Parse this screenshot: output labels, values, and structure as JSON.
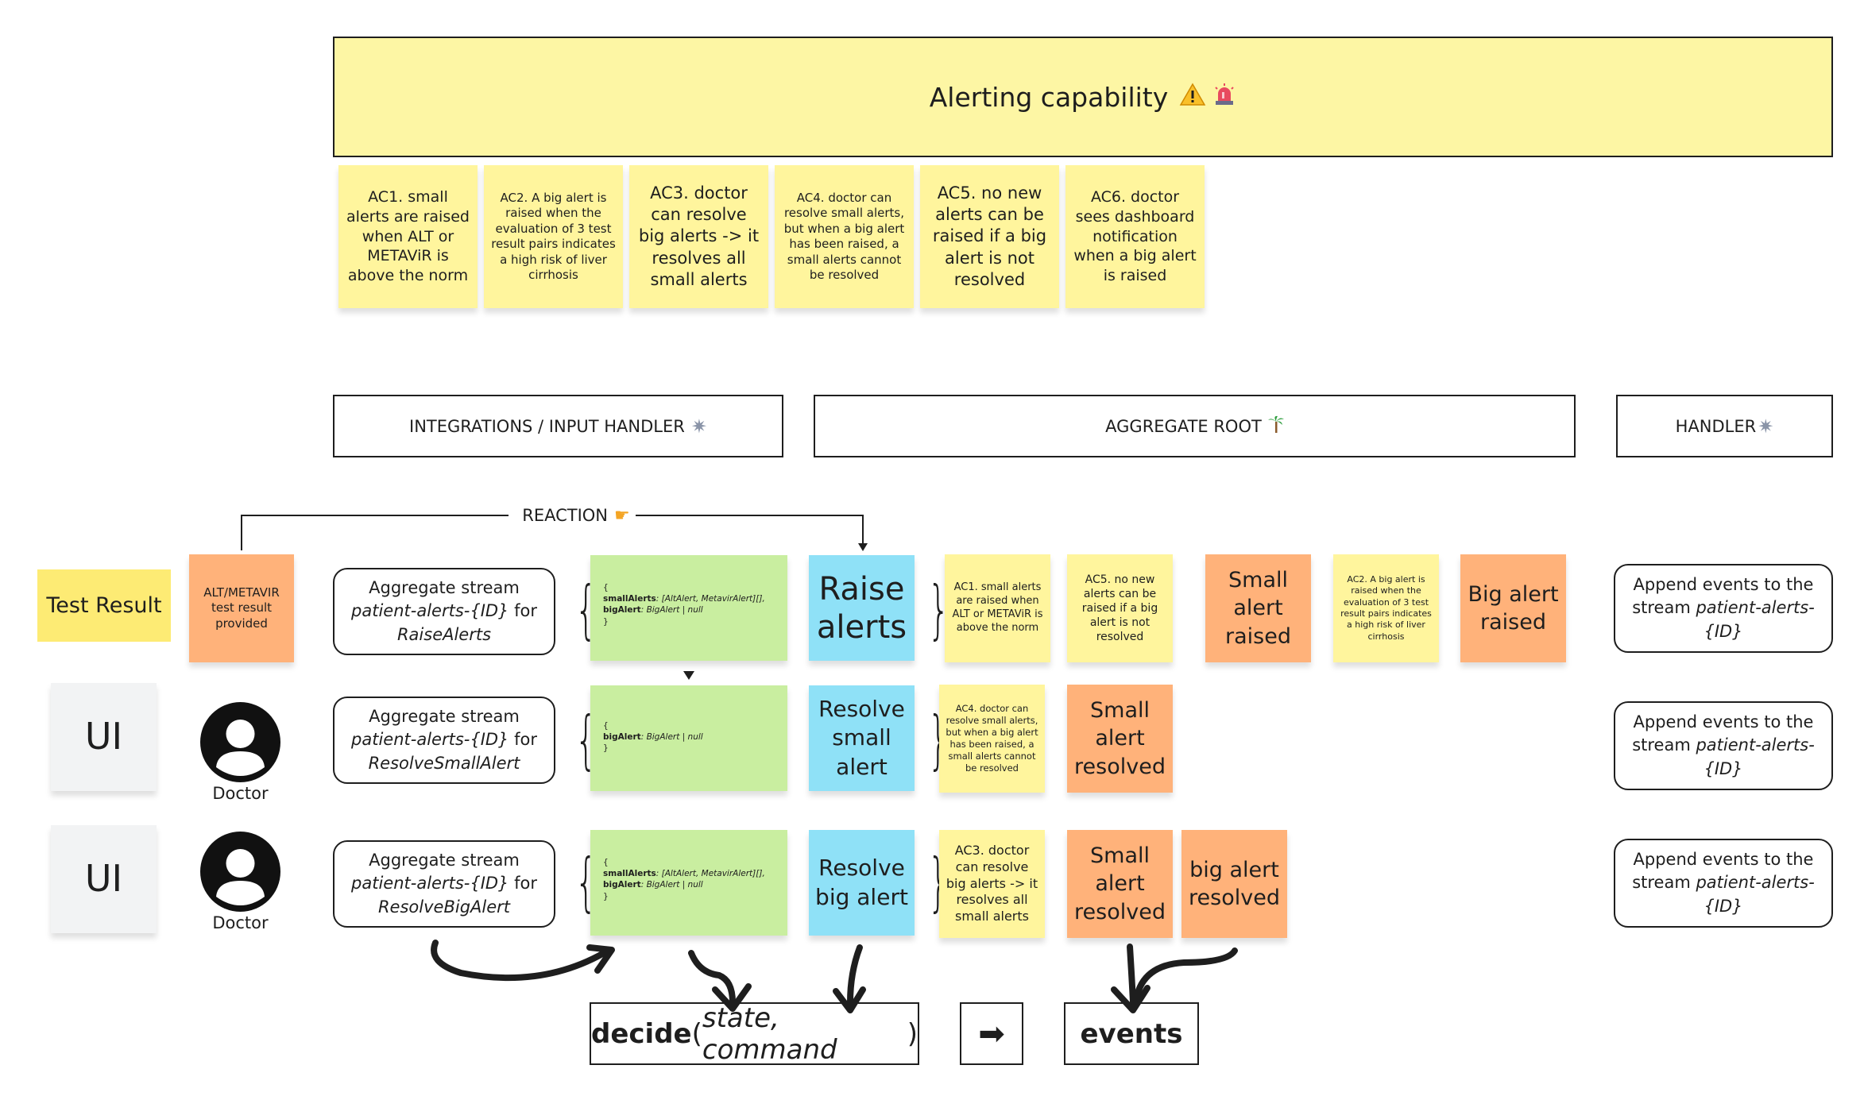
{
  "header": {
    "title": "Alerting capability",
    "icons": [
      "warning-icon",
      "siren-icon"
    ]
  },
  "acceptance_criteria": [
    "AC1. small alerts are raised when ALT or METAViR is above the norm",
    "AC2. A big alert is raised when the evaluation of 3 test result pairs indicates a high risk of liver cirrhosis",
    "AC3. doctor can resolve big alerts -> it resolves all small alerts",
    "AC4. doctor can resolve small alerts, but when a big alert has been raised, a small alerts cannot be resolved",
    "AC5. no new alerts can be raised if a big alert is not resolved",
    "AC6. doctor sees dashboard notification when a big alert is raised"
  ],
  "sections": {
    "integrations": "INTEGRATIONS / INPUT HANDLER",
    "aggregate_root": "AGGREGATE ROOT",
    "handler": "HANDLER"
  },
  "reaction": "REACTION",
  "rows": {
    "raise": {
      "source": "Test Result",
      "actor": "ALT/METAVIR test result provided",
      "stream_a": "Aggregate stream ",
      "stream_b": "patient-alerts-{ID}",
      "stream_c": " for ",
      "stream_d": "RaiseAlerts",
      "state_l1": "smallAlerts",
      "state_l1v": ": [AltAlert, MetavirAlert][],",
      "state_l2": "bigAlert",
      "state_l2v": ": BigAlert | null",
      "command": "Raise alerts",
      "policy_1": "AC1. small alerts are raised when ALT or METAViR is above the norm",
      "policy_2": "AC5. no new alerts can be raised if a big alert is not resolved",
      "event_1": "Small alert raised",
      "policy_3": "AC2. A big alert is raised when the evaluation of 3 test result pairs indicates a high risk of liver cirrhosis",
      "event_2": "Big alert raised",
      "handler_a": "Append events to the stream ",
      "handler_b": "patient-alerts-{ID}"
    },
    "resolve_small": {
      "source": "UI",
      "actor": "Doctor",
      "stream_a": "Aggregate stream ",
      "stream_b": "patient-alerts-{ID}",
      "stream_c": " for ",
      "stream_d": "ResolveSmallAlert",
      "state_l1": "bigAlert",
      "state_l1v": ": BigAlert | null",
      "command": "Resolve small alert",
      "policy_1": "AC4. doctor can resolve small alerts, but when a big alert has been raised, a small alerts cannot be resolved",
      "event_1": "Small alert resolved",
      "handler_a": "Append events to the stream ",
      "handler_b": "patient-alerts-{ID}"
    },
    "resolve_big": {
      "source": "UI",
      "actor": "Doctor",
      "stream_a": "Aggregate stream ",
      "stream_b": "patient-alerts-{ID}",
      "stream_c": " for ",
      "stream_d": "ResolveBigAlert",
      "state_l1": "smallAlerts",
      "state_l1v": ": [AltAlert, MetavirAlert][],",
      "state_l2": "bigAlert",
      "state_l2v": ": BigAlert | null",
      "command": "Resolve big alert",
      "policy_1": "AC3. doctor can resolve big alerts -> it resolves all small alerts",
      "event_1": "Small alert resolved",
      "event_2": "big alert resolved",
      "handler_a": "Append events to the stream ",
      "handler_b": "patient-alerts-{ID}"
    }
  },
  "formula": {
    "func": "decide",
    "open": "(",
    "args": "state, command",
    "close": ")",
    "arrow": "➡",
    "result": "events"
  },
  "colors": {
    "title_bg": "#fdf6a4",
    "ac_note": "#fff59d",
    "event": "#ffb27a",
    "command": "#8fe1f7",
    "state": "#c9eea0",
    "source": "#fdeb74",
    "ui": "#f2f3f4"
  }
}
